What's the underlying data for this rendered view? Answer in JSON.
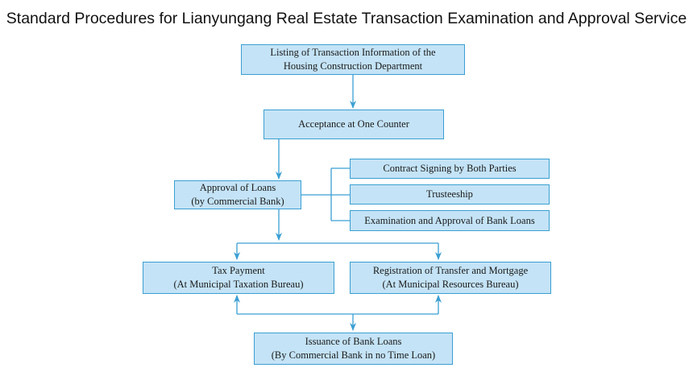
{
  "title": "Standard Procedures for Lianyungang Real Estate Transaction Examination and Approval Service",
  "colors": {
    "box_fill": "#c4e3f6",
    "box_border": "#3a9fd3",
    "connector": "#3a9fd3"
  },
  "steps": {
    "listing": {
      "line1": "Listing of Transaction Information of the",
      "line2": "Housing Construction Department"
    },
    "acceptance": {
      "line1": "Acceptance at One Counter"
    },
    "loan_approval": {
      "line1": "Approval of Loans",
      "line2": "(by Commercial Bank)"
    },
    "contract_signing": {
      "line1": "Contract Signing by Both Parties"
    },
    "trusteeship": {
      "line1": "Trusteeship"
    },
    "bank_loan_review": {
      "line1": "Examination and Approval of Bank Loans"
    },
    "tax_payment": {
      "line1": "Tax Payment",
      "line2": "(At Municipal Taxation Bureau)"
    },
    "registration": {
      "line1": "Registration of Transfer and Mortgage",
      "line2": "(At Municipal Resources Bureau)"
    },
    "loan_issuance": {
      "line1": "Issuance of Bank Loans",
      "line2": "(By Commercial Bank in no Time Loan)"
    }
  }
}
